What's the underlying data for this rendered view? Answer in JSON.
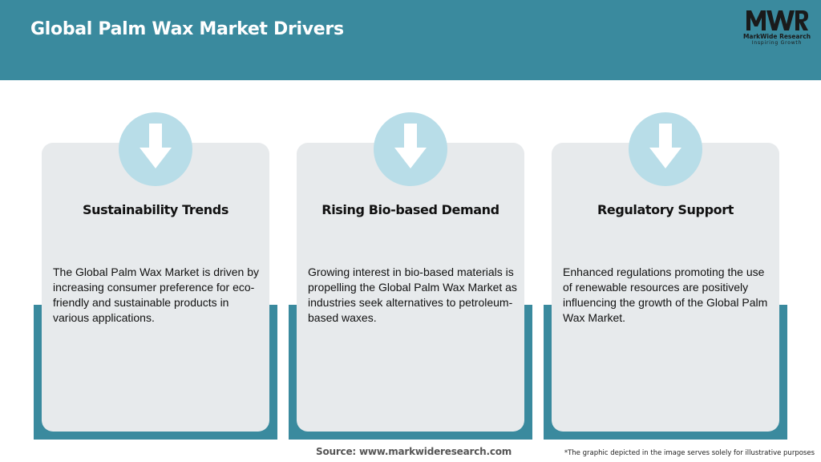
{
  "header": {
    "title": "Global Palm Wax Market Drivers",
    "background_color": "#3a8a9e"
  },
  "logo": {
    "mark": "MWR",
    "name": "MarkWide Research",
    "tagline": "Inspiring Growth"
  },
  "cards": [
    {
      "icon": "down-arrow-icon",
      "title": "Sustainability Trends",
      "text": "The Global Palm Wax Market is driven by increasing consumer preference for eco-friendly and sustainable products in various applications."
    },
    {
      "icon": "down-arrow-icon",
      "title": "Rising Bio-based Demand",
      "text": "Growing interest in bio-based materials is propelling the Global Palm Wax Market as industries seek alternatives to petroleum-based waxes."
    },
    {
      "icon": "down-arrow-icon",
      "title": "Regulatory Support",
      "text": "Enhanced regulations promoting the use of renewable resources are positively influencing the growth of the Global Palm Wax Market."
    }
  ],
  "colors": {
    "accent": "#3a8a9e",
    "card_background": "#e7eaec",
    "icon_circle": "#b8dde8"
  },
  "footer": {
    "source": "Source: www.markwideresearch.com",
    "disclaimer": "*The graphic depicted in the image serves solely for illustrative purposes"
  }
}
